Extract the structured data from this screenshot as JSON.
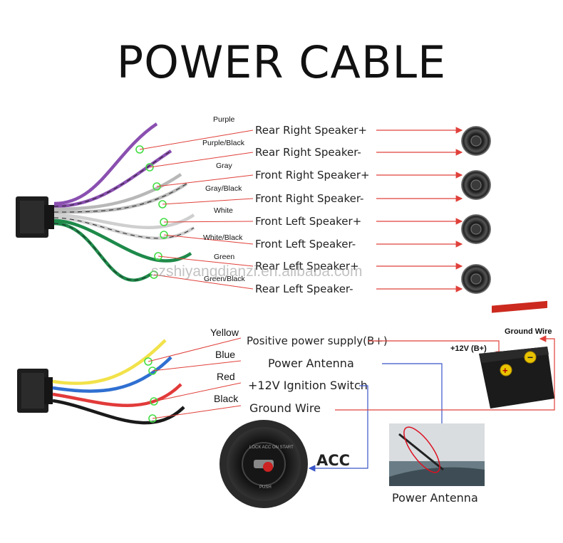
{
  "title": "POWER CABLE",
  "watermark": "szshiyangdianzi.en.alibaba.com",
  "speaker_wires": [
    {
      "color_name": "Purple",
      "function": "Rear Right Speaker+",
      "wire_color": "#8a4fb0",
      "stripe": false
    },
    {
      "color_name": "Purple/Black",
      "function": "Rear Right Speaker-",
      "wire_color": "#8a4fb0",
      "stripe": true
    },
    {
      "color_name": "Gray",
      "function": "Front Right Speaker+",
      "wire_color": "#b8b8b8",
      "stripe": false
    },
    {
      "color_name": "Gray/Black",
      "function": "Front Right Speaker-",
      "wire_color": "#b8b8b8",
      "stripe": true
    },
    {
      "color_name": "White",
      "function": "Front Left Speaker+",
      "wire_color": "#e6e6e6",
      "stripe": false
    },
    {
      "color_name": "White/Black",
      "function": "Front Left Speaker-",
      "wire_color": "#e6e6e6",
      "stripe": true
    },
    {
      "color_name": "Green",
      "function": "Rear Left Speaker+",
      "wire_color": "#1e8a4a",
      "stripe": false
    },
    {
      "color_name": "Green/Black",
      "function": "Rear Left Speaker-",
      "wire_color": "#1e8a4a",
      "stripe": true
    }
  ],
  "power_wires": [
    {
      "color_name": "Yellow",
      "function": "Positive power supply(B+)",
      "wire_color": "#f2e24a"
    },
    {
      "color_name": "Blue",
      "function": "Power Antenna",
      "wire_color": "#2f6fd1"
    },
    {
      "color_name": "Red",
      "function": "+12V Ignition Switch",
      "wire_color": "#e23a3a"
    },
    {
      "color_name": "Black",
      "function": "Ground Wire",
      "wire_color": "#1a1a1a"
    }
  ],
  "battery": {
    "label": "+12V  (B+)",
    "ground_label": "Ground Wire"
  },
  "acc_label": "ACC",
  "antenna_label": "Power Antenna",
  "colors": {
    "arrow": "#e0403a",
    "blue_arrow": "#3a55c8",
    "ring": "#44dd44"
  }
}
